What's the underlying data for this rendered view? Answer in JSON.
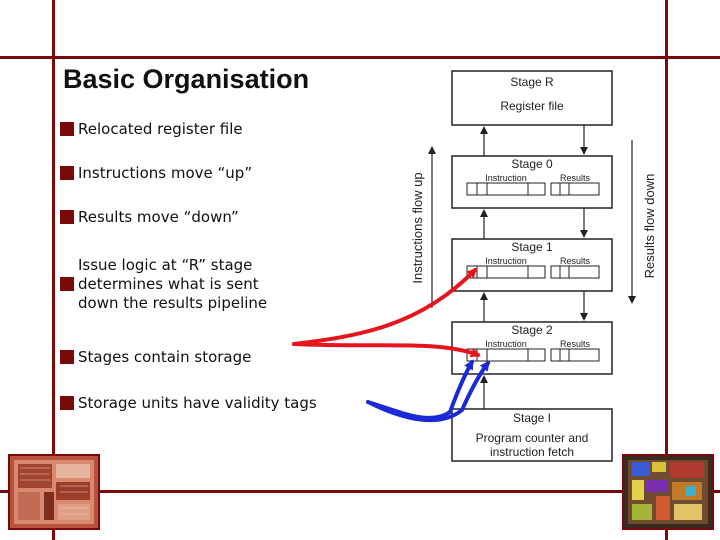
{
  "title": "Basic Organisation",
  "bullets": [
    "Relocated register file",
    "Instructions move “up”",
    "Results move “down”",
    "Issue logic at “R” stage\ndetermines what is sent\ndown the results pipeline",
    "Stages contain storage",
    "Storage units have validity tags"
  ],
  "diagram": {
    "stage_r": {
      "title": "Stage R",
      "subtitle": "Register file"
    },
    "stage_0": {
      "title": "Stage 0",
      "instruction_label": "Instruction",
      "results_label": "Results"
    },
    "stage_1": {
      "title": "Stage 1",
      "instruction_label": "Instruction",
      "results_label": "Results"
    },
    "stage_2": {
      "title": "Stage 2",
      "instruction_label": "Instruction",
      "results_label": "Results"
    },
    "stage_i": {
      "title": "Stage I",
      "line1": "Program counter and",
      "line2": "instruction fetch"
    },
    "left_axis_label": "Instructions flow up",
    "right_axis_label": "Results flow down"
  },
  "colors": {
    "frame": "#7a0a0a",
    "red_arrow": "#e8141c",
    "blue_arrow": "#1a2ad6"
  }
}
